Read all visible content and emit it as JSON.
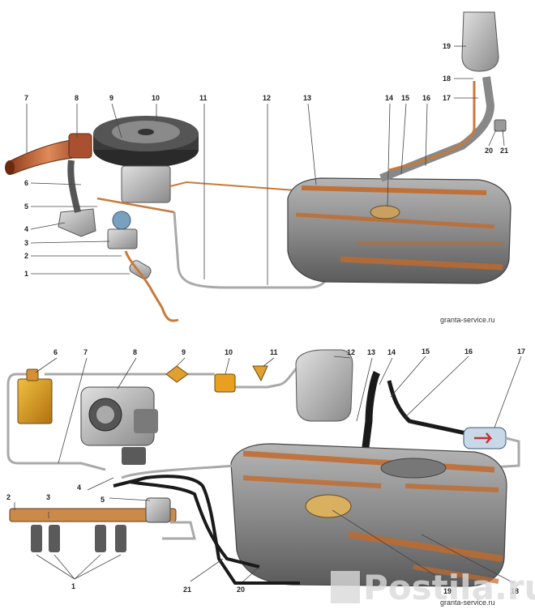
{
  "top_diagram": {
    "callouts": [
      "1",
      "2",
      "3",
      "4",
      "5",
      "6",
      "7",
      "8",
      "9",
      "10",
      "11",
      "12",
      "13",
      "14",
      "15",
      "16",
      "17",
      "18",
      "19",
      "20",
      "21"
    ],
    "watermark": "granta-service.ru"
  },
  "bottom_diagram": {
    "callouts": [
      "1",
      "2",
      "3",
      "4",
      "5",
      "6",
      "7",
      "8",
      "9",
      "10",
      "11",
      "12",
      "13",
      "14",
      "15",
      "16",
      "17",
      "18",
      "19",
      "20",
      "21"
    ],
    "watermark": "granta-service.ru"
  },
  "brand_watermark": "Postila.ru",
  "colors": {
    "line": "#a9a9a9",
    "tube_copper": "#c87a3a",
    "hose_black": "#1a1a1a",
    "tank": "#8a8a8a",
    "tank_stripe": "#c26a2c",
    "fuel_rail": "#c98a4a",
    "canister": "#d8a030",
    "filter_blue": "#3a7ac8"
  }
}
